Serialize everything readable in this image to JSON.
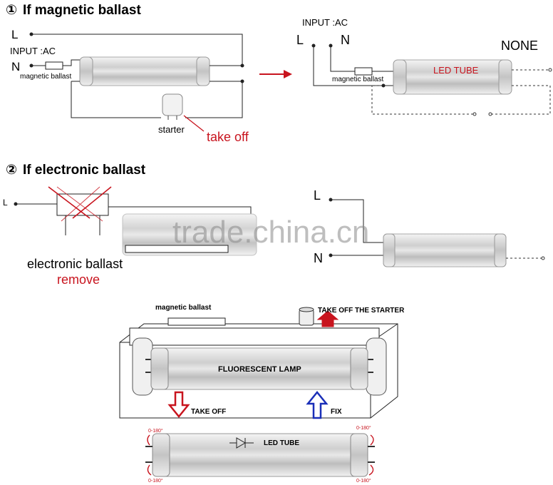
{
  "section1": {
    "number": "①",
    "title": "If magnetic ballast",
    "left": {
      "l_label": "L",
      "n_label": "N",
      "input_label": "INPUT :AC",
      "ballast_label": "magnetic ballast",
      "starter_label": "starter",
      "takeoff_label": "take off"
    },
    "right": {
      "input_label": "INPUT :AC",
      "l_label": "L",
      "n_label": "N",
      "ballast_label": "magnetic ballast",
      "tube_label": "LED TUBE",
      "none_label": "NONE"
    }
  },
  "section2": {
    "number": "②",
    "title": "If electronic ballast",
    "left": {
      "l_label": "L",
      "ballast_label": "electronic ballast",
      "remove_label": "remove"
    },
    "right": {
      "l_label": "L",
      "n_label": "N"
    }
  },
  "watermark": "trade.china.cn",
  "section3": {
    "ballast_label": "magnetic ballast",
    "starter_label": "TAKE OFF THE STARTER",
    "lamp_label": "FLUORESCENT LAMP",
    "takeoff_label": "TAKE OFF",
    "fix_label": "FIX",
    "tube_label": "LED TUBE",
    "angle_label": "0-180°"
  },
  "colors": {
    "red": "#c8141e",
    "blue": "#1a2fb8",
    "tube_gray": "#d9d9d9"
  }
}
